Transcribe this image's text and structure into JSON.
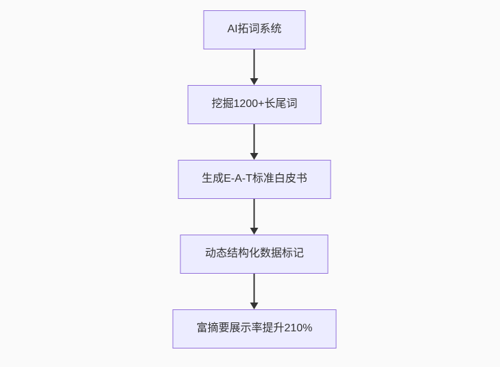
{
  "page": {
    "background_color": "#fafafa"
  },
  "diagram": {
    "type": "flowchart",
    "direction": "top-down",
    "node_fill_color": "#ECECFF",
    "node_border_color": "#9370DB",
    "node_text_color": "#333333",
    "arrow_color": "#333333",
    "nodes": [
      {
        "id": "n1",
        "label": "AI拓词系统"
      },
      {
        "id": "n2",
        "label": "挖掘1200+长尾词"
      },
      {
        "id": "n3",
        "label": "生成E-A-T标准白皮书"
      },
      {
        "id": "n4",
        "label": "动态结构化数据标记"
      },
      {
        "id": "n5",
        "label": "富摘要展示率提升210%"
      }
    ],
    "edges": [
      {
        "from": "n1",
        "to": "n2"
      },
      {
        "from": "n2",
        "to": "n3"
      },
      {
        "from": "n3",
        "to": "n4"
      },
      {
        "from": "n4",
        "to": "n5"
      }
    ]
  }
}
